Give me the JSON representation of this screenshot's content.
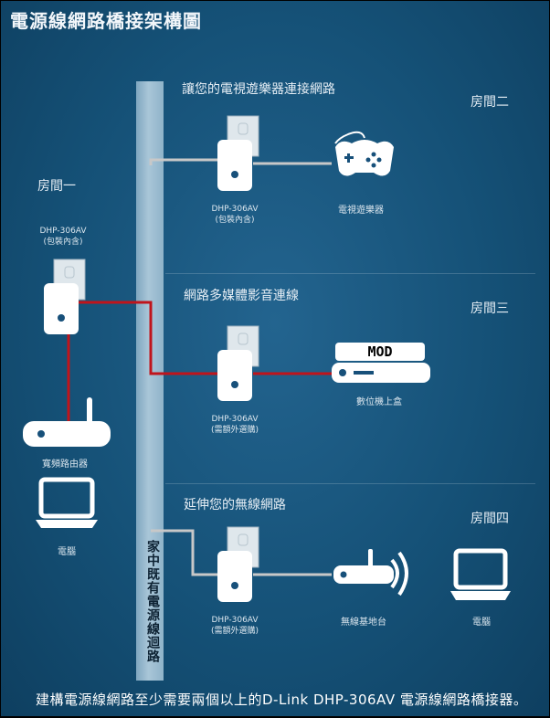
{
  "title": "電源線網路橋接架構圖",
  "vertical_label": "家中既有電源線迴路",
  "rooms": {
    "room1": "房間一",
    "room2": "房間二",
    "room3": "房間三",
    "room4": "房間四"
  },
  "sections": {
    "game": "讓您的電視遊樂器連接網路",
    "media": "網路多媒體影音連線",
    "wireless": "延伸您的無線網路"
  },
  "adapters": {
    "main": {
      "model": "DHP-306AV",
      "note": "(包裝內含)"
    },
    "game": {
      "model": "DHP-306AV",
      "note": "(包裝內含)"
    },
    "media": {
      "model": "DHP-306AV",
      "note": "(需額外選購)"
    },
    "wireless": {
      "model": "DHP-306AV",
      "note": "(需額外選購)"
    }
  },
  "devices": {
    "router": "寬頻路由器",
    "computer": "電腦",
    "game_console": "電視遊樂器",
    "stb_badge": "MOD",
    "stb": "數位機上盒",
    "access_point": "無線基地台",
    "laptop": "電腦"
  },
  "footer": "建構電源線網路至少需要兩個以上的D-Link DHP-306AV 電源線網路橋接器。",
  "colors": {
    "red_link": "#c0141b",
    "gray_link": "#c8c8c8",
    "background": "#155177"
  }
}
